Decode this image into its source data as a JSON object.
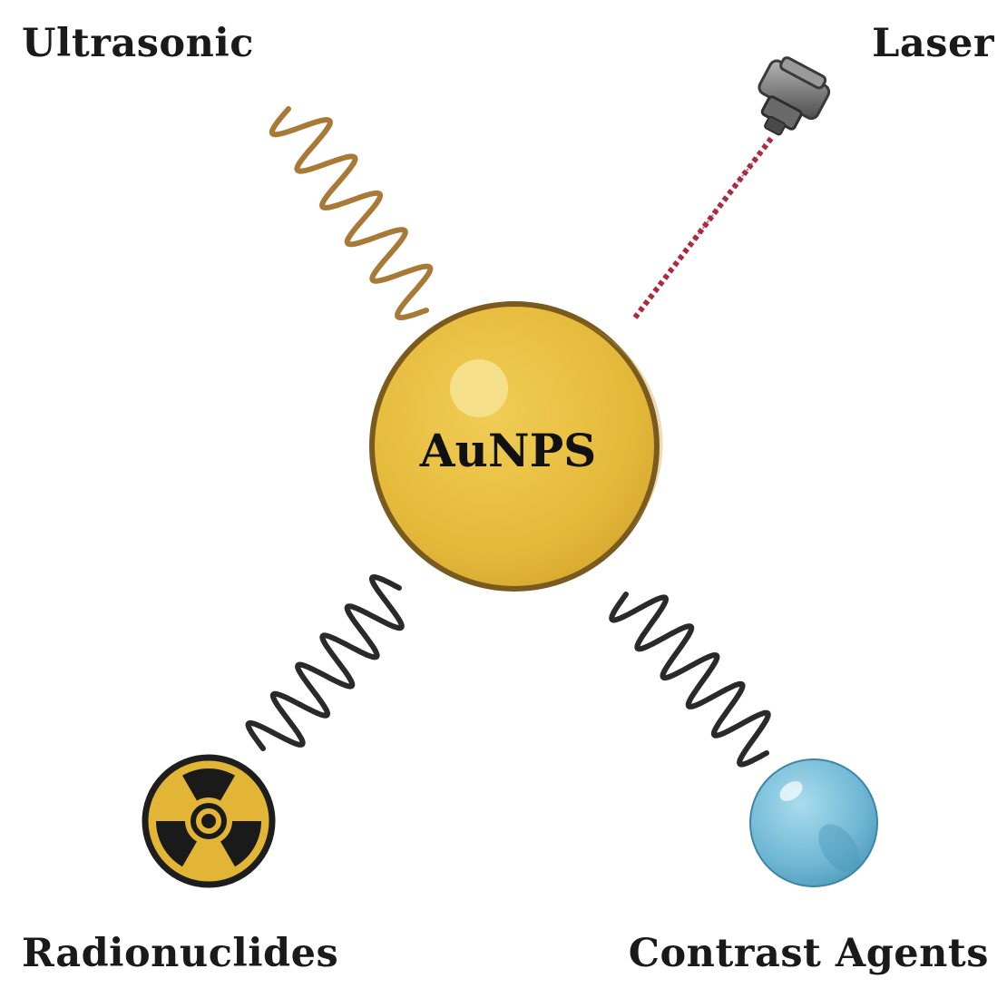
{
  "diagram": {
    "center_label": "AuNPS",
    "labels": {
      "ultrasonic": "Ultrasonic",
      "laser": "Laser",
      "radionuclides": "Radionuclides",
      "contrast_agents": "Contrast Agents"
    },
    "colors": {
      "gold_fill": "#e4b93a",
      "gold_outline": "#7a5a1e",
      "gold_highlight": "#f6df8a",
      "ultrasonic_wave": "#a87a35",
      "laser_beam": "#b2283a",
      "wave_dark": "#2a2a2a",
      "radiation_fill": "#e2b537",
      "contrast_sphere": "#6fb7d4"
    },
    "icons": {
      "ultrasonic": "wave-icon",
      "laser": "laser-emitter-icon",
      "radionuclides": "radiation-symbol-icon",
      "contrast_agents": "sphere-icon"
    }
  }
}
